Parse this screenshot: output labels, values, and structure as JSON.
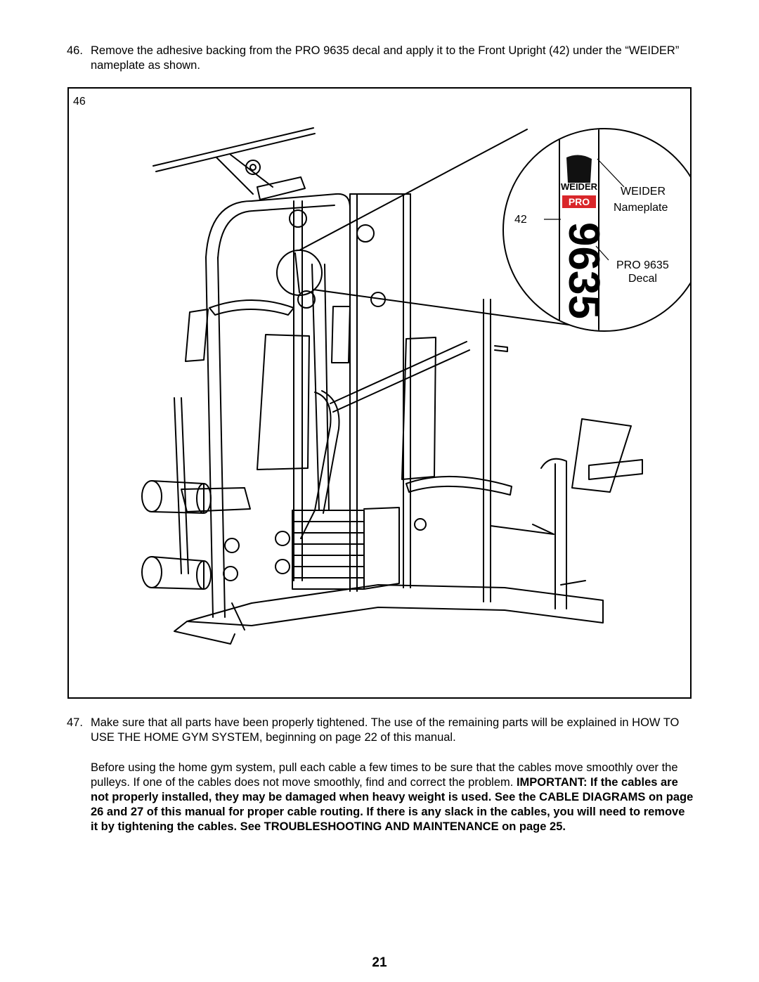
{
  "steps": [
    {
      "number": "46.",
      "text": "Remove the adhesive backing from the PRO 9635 decal and apply it to the Front Upright (42) under the “WEIDER” nameplate as shown."
    },
    {
      "number": "47.",
      "text": "Make sure that all parts have been properly tightened. The use of the remaining parts will be explained in HOW TO USE THE HOME GYM SYSTEM, beginning on page 22 of this manual."
    }
  ],
  "paragraph": {
    "normal": "Before using the home gym system, pull each cable a few times to be sure that the cables move smoothly over the pulleys. If one of the cables does not move smoothly, find and correct the problem. ",
    "bold": "IMPORTANT: If the cables are not properly installed, they may be damaged when heavy weight is used. See the CABLE DIAGRAMS on page 26 and 27 of this manual for proper cable routing.  If there is any slack in the cables, you will need to remove it by tightening the cables. See TROUBLESHOOTING AND MAINTENANCE on page 25."
  },
  "figure": {
    "number": "46",
    "callouts": {
      "part_number": "42",
      "nameplate_line1": "WEIDER",
      "nameplate_line2": "Nameplate",
      "decal_line1": "PRO 9635",
      "decal_line2": "Decal"
    },
    "decal_art": {
      "brand": "WEIDER",
      "badge": "PRO",
      "model": "9635",
      "badge_color": "#d9262a"
    }
  },
  "page_number": "21"
}
